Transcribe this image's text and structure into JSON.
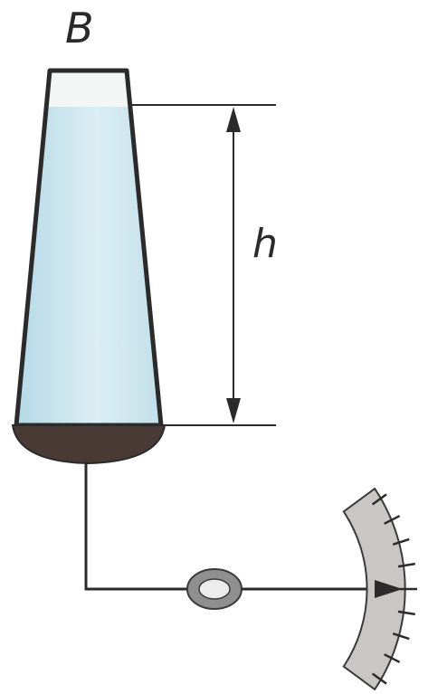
{
  "labels": {
    "vessel": "B",
    "height": "h"
  },
  "gauge": {
    "tick_count": 9
  },
  "colors": {
    "liquid": "#cfe3ea",
    "liquid_edge": "#a9cfdb",
    "outline": "#2b2b2b",
    "base": "#4a3a36",
    "gauge_face": "#c9c7c4"
  }
}
